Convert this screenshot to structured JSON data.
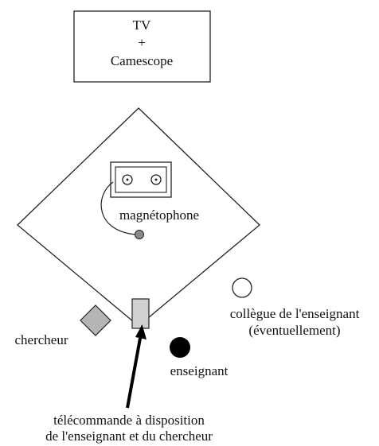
{
  "tv_box": {
    "line1": "TV",
    "line2": "+",
    "line3": "Camescope"
  },
  "recorder": {
    "label": "magnétophone"
  },
  "colleague": {
    "line1": "collègue de l'enseignant",
    "line2": "(éventuellement)"
  },
  "researcher": {
    "label": "chercheur",
    "color": "#b5b5b5"
  },
  "teacher": {
    "label": "enseignant",
    "color": "#000000"
  },
  "remote": {
    "line1": "télécommande à disposition",
    "line2": "de l'enseignant et du chercheur",
    "color": "#d0d0d0"
  }
}
